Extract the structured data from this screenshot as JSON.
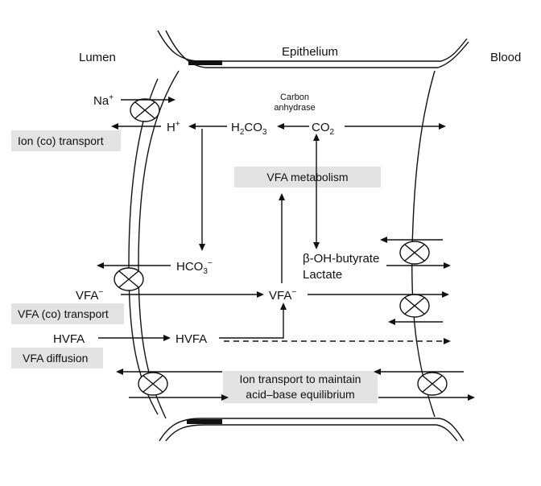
{
  "regions": {
    "lumen": "Lumen",
    "epithelium": "Epithelium",
    "blood": "Blood"
  },
  "enzyme": {
    "line1": "Carbon",
    "line2": "anhydrase"
  },
  "molecules": {
    "na": "Na",
    "na_sup": "+",
    "h": "H",
    "h_sup": "+",
    "h2co3_a": "H",
    "h2co3_b": "2",
    "h2co3_c": "CO",
    "h2co3_d": "3",
    "co2_a": "CO",
    "co2_b": "2",
    "hco3": "HCO",
    "hco3_sub": "3",
    "hco3_sup": "−",
    "vfa_lumen": "VFA",
    "vfa_lumen_sup": "−",
    "vfa_cell": "VFA",
    "vfa_cell_sup": "−",
    "hvfa_lumen": "HVFA",
    "hvfa_cell": "HVFA",
    "butyrate": "β-OH-butyrate",
    "lactate": "Lactate"
  },
  "labels": {
    "ion_cotransport": "Ion (co) transport",
    "vfa_metabolism": "VFA metabolism",
    "vfa_cotransport": "VFA (co) transport",
    "vfa_diffusion": "VFA diffusion",
    "ion_equilibrium_1": "Ion transport to maintain",
    "ion_equilibrium_2": "acid–base equilibrium"
  }
}
